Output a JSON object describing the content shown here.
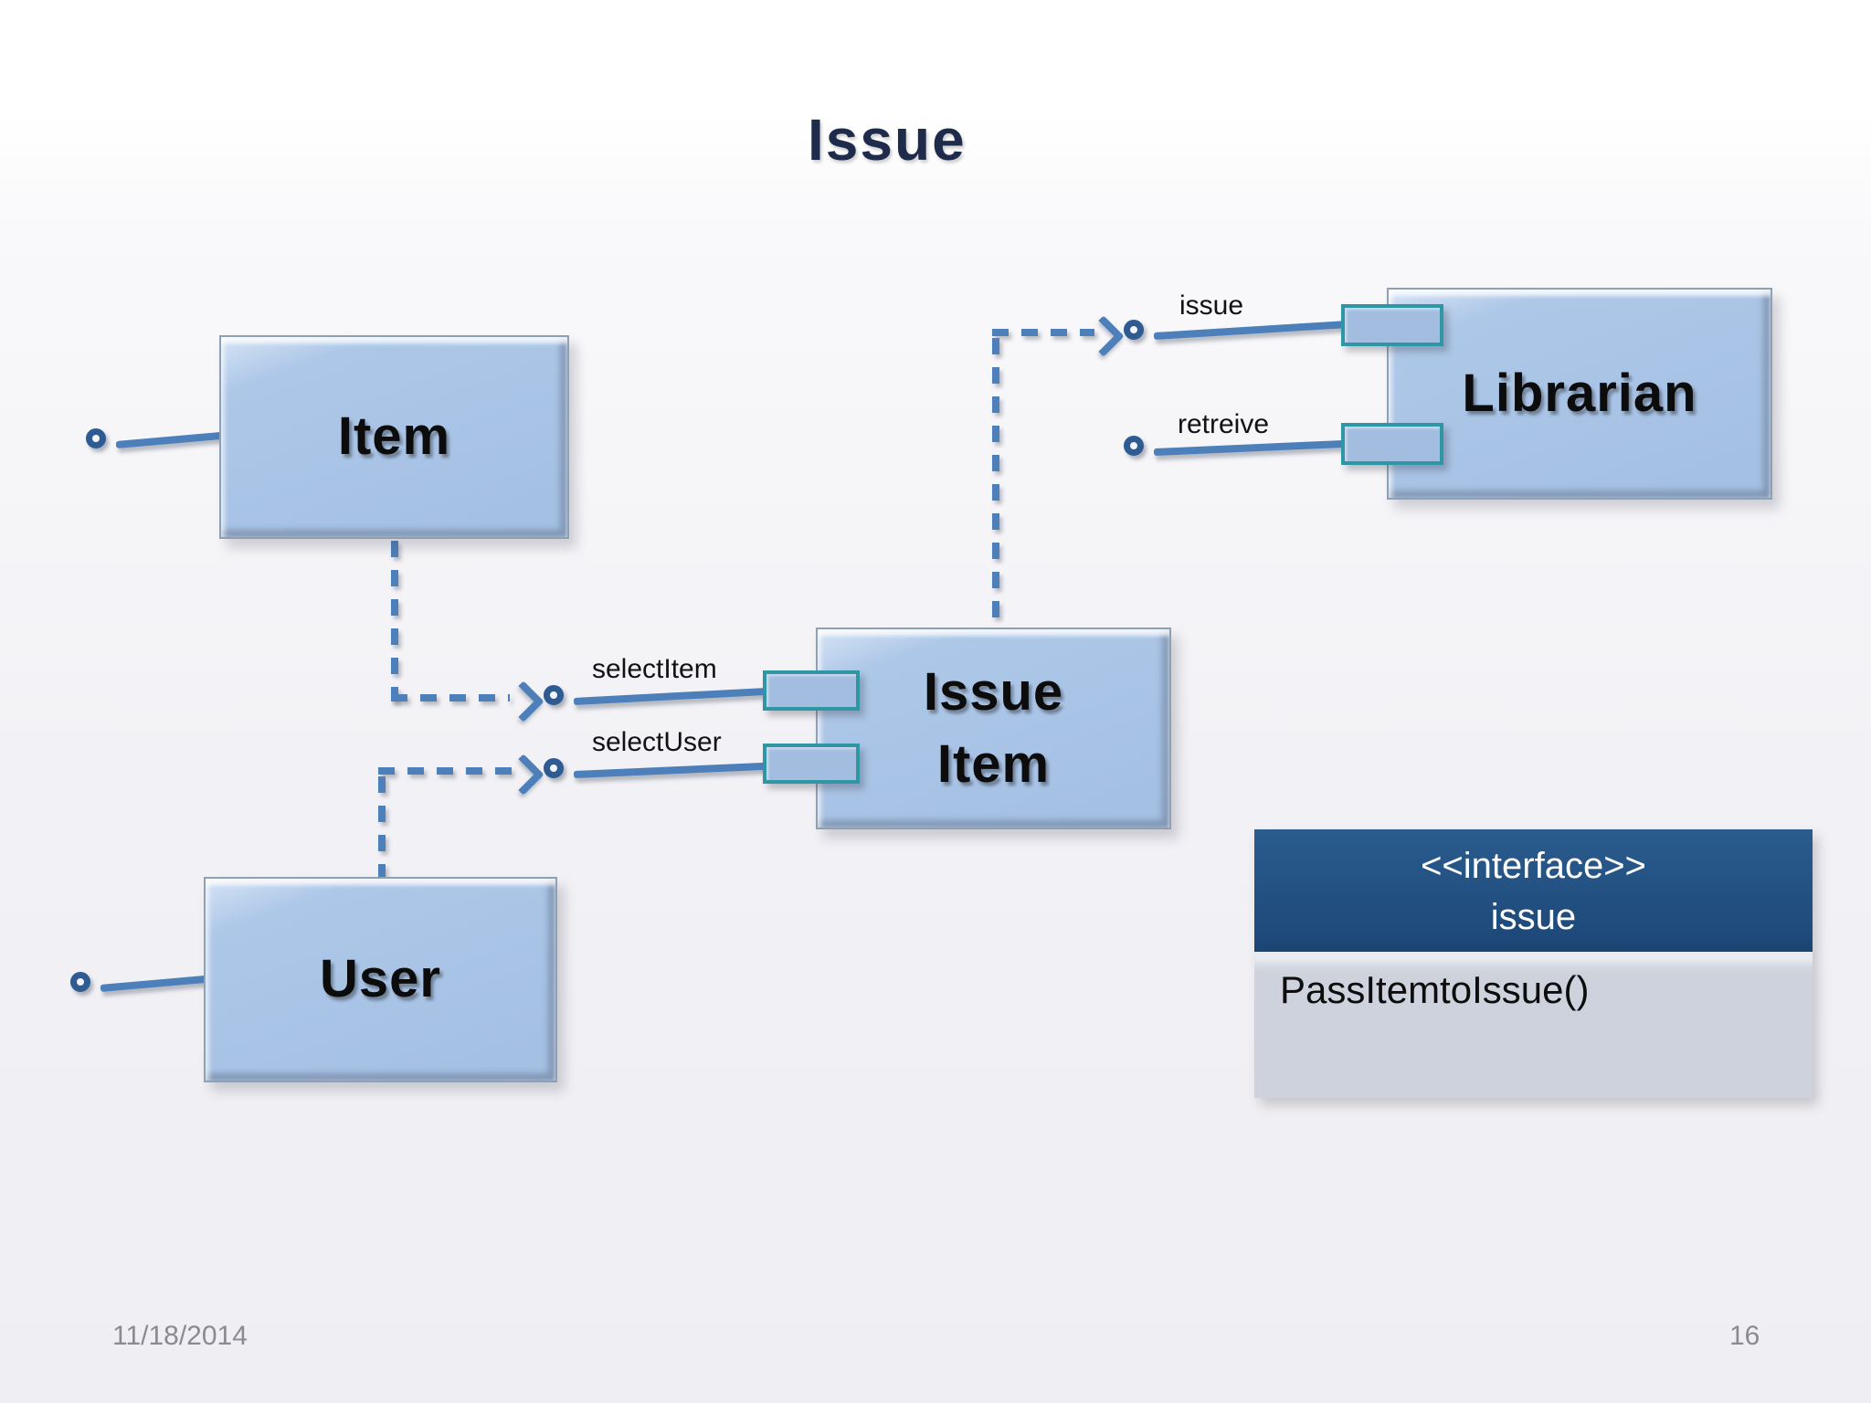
{
  "title": "Issue",
  "components": {
    "item": "Item",
    "librarian": "Librarian",
    "issue_item_line1": "Issue",
    "issue_item_line2": "Item",
    "user": "User"
  },
  "interface_labels": {
    "issue": "issue",
    "retreive": "retreive",
    "select_item": "selectItem",
    "select_user": "selectUser"
  },
  "interface_box": {
    "stereotype": "<<interface>>",
    "name": "issue",
    "method": "PassItemtoIssue()"
  },
  "footer": {
    "date": "11/18/2014",
    "page": "16"
  },
  "colors": {
    "component_fill": "#a9c4e6",
    "component_border": "#90a0b4",
    "port_border": "#2e96a4",
    "connector_blue": "#4d7fba",
    "lollipop_stroke": "#2f5b93",
    "interface_header": "#1e4a7b",
    "interface_body": "#cdd2dc",
    "title_color": "#1f2b4a",
    "footer_color": "#8a8b90"
  }
}
